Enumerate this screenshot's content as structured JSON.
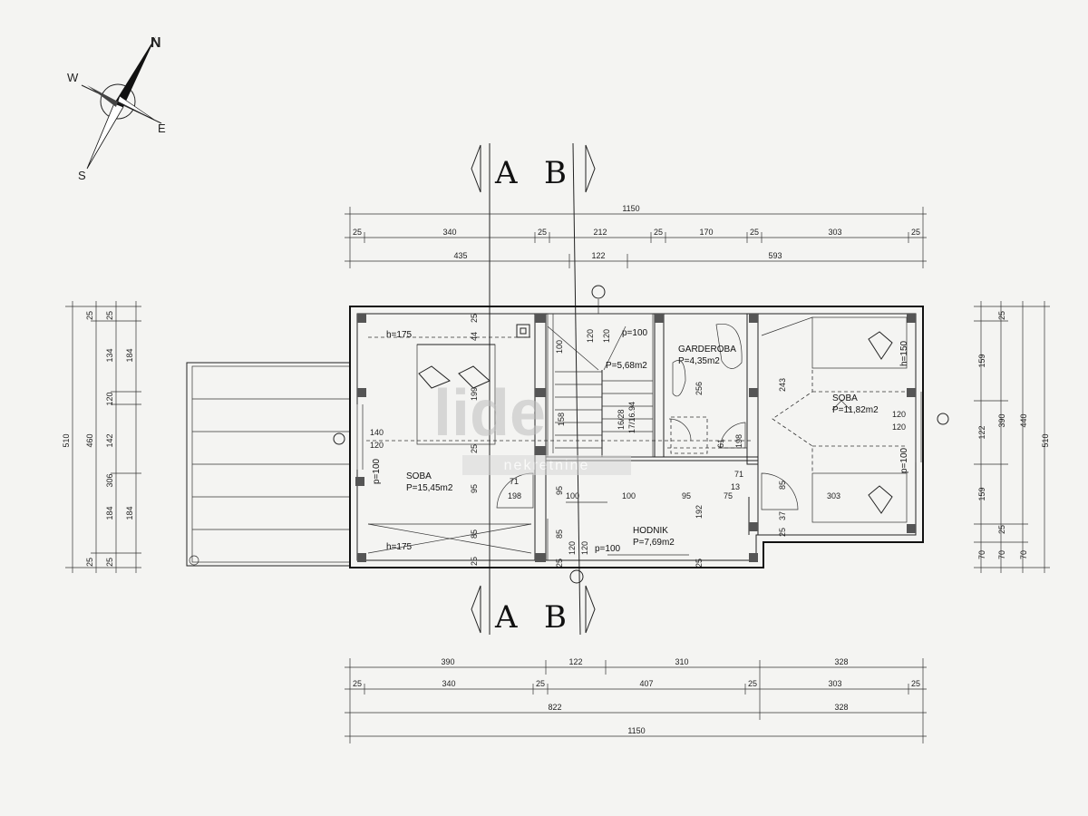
{
  "compass": {
    "n": "N",
    "e": "E",
    "s": "S",
    "w": "W"
  },
  "sections": {
    "a": "A",
    "b": "B"
  },
  "watermark": {
    "brand": "lide",
    "sub": "nekretnine"
  },
  "rooms": {
    "soba_left": {
      "name": "SOBA",
      "area": "P=15,45m2",
      "parapet": "p=100"
    },
    "soba_right": {
      "name": "SOBA",
      "area": "P=11,82m2"
    },
    "garderoba": {
      "name": "GARDEROBA",
      "area": "P=4,35m2"
    },
    "stair": {
      "area": "P=5,68m2",
      "parapet": "p=100"
    },
    "hodnik": {
      "name": "HODNIK",
      "area": "P=7,69m2",
      "parapet": "p=100"
    }
  },
  "labels": {
    "h175_top": "h=175",
    "h175_bottom": "h=175",
    "h150": "h=150",
    "p100_right": "p=100",
    "stair_steps_a": "16/28",
    "stair_steps_b": "17/16.94"
  },
  "dims_top": {
    "row1": [
      "1150"
    ],
    "row2": [
      "25",
      "340",
      "25",
      "212",
      "25",
      "170",
      "25",
      "303",
      "25"
    ],
    "row3": [
      "435",
      "122",
      "593"
    ]
  },
  "dims_bottom": {
    "row1": [
      "390",
      "122",
      "310",
      "328"
    ],
    "row2": [
      "25",
      "340",
      "25",
      "407",
      "25",
      "303",
      "25"
    ],
    "row3": [
      "822",
      "328"
    ],
    "row4": [
      "1150"
    ]
  },
  "dims_left": {
    "outer": "510",
    "mid": "460",
    "inner": [
      "134",
      "120",
      "142"
    ],
    "inner2": [
      "306",
      "184"
    ],
    "top": [
      "25",
      "25"
    ],
    "bottom": [
      "25",
      "25"
    ],
    "top184": "184"
  },
  "dims_right": {
    "outer": "510",
    "mid1": "440",
    "mid2": "390",
    "inner": [
      "159",
      "122",
      "159"
    ],
    "top": "25",
    "bottom": [
      "70",
      "70",
      "70"
    ],
    "small": "25"
  },
  "interior": {
    "d44": "44",
    "d199": "199",
    "d25a": "25",
    "d25b": "25",
    "d95": "95",
    "d85": "85",
    "d25c": "25",
    "d140": "140",
    "d120": "120",
    "d120b": "120",
    "d120c": "120",
    "d100a": "100",
    "d158": "158",
    "d256": "256",
    "d243": "243",
    "d61": "61",
    "d198": "198",
    "d71": "71",
    "d198b": "198",
    "d71b": "71",
    "d100b": "100",
    "d100c": "100",
    "d95b": "95",
    "d75": "75",
    "d13": "13",
    "d192": "192",
    "d85b": "85",
    "d37": "37",
    "d25d": "25",
    "d303": "303",
    "d120r1": "120",
    "d120r2": "120",
    "d100d": "100",
    "d85c": "85",
    "d95c": "95",
    "d120d": "120",
    "d120e": "120",
    "d25e": "25",
    "d25f": "25"
  }
}
